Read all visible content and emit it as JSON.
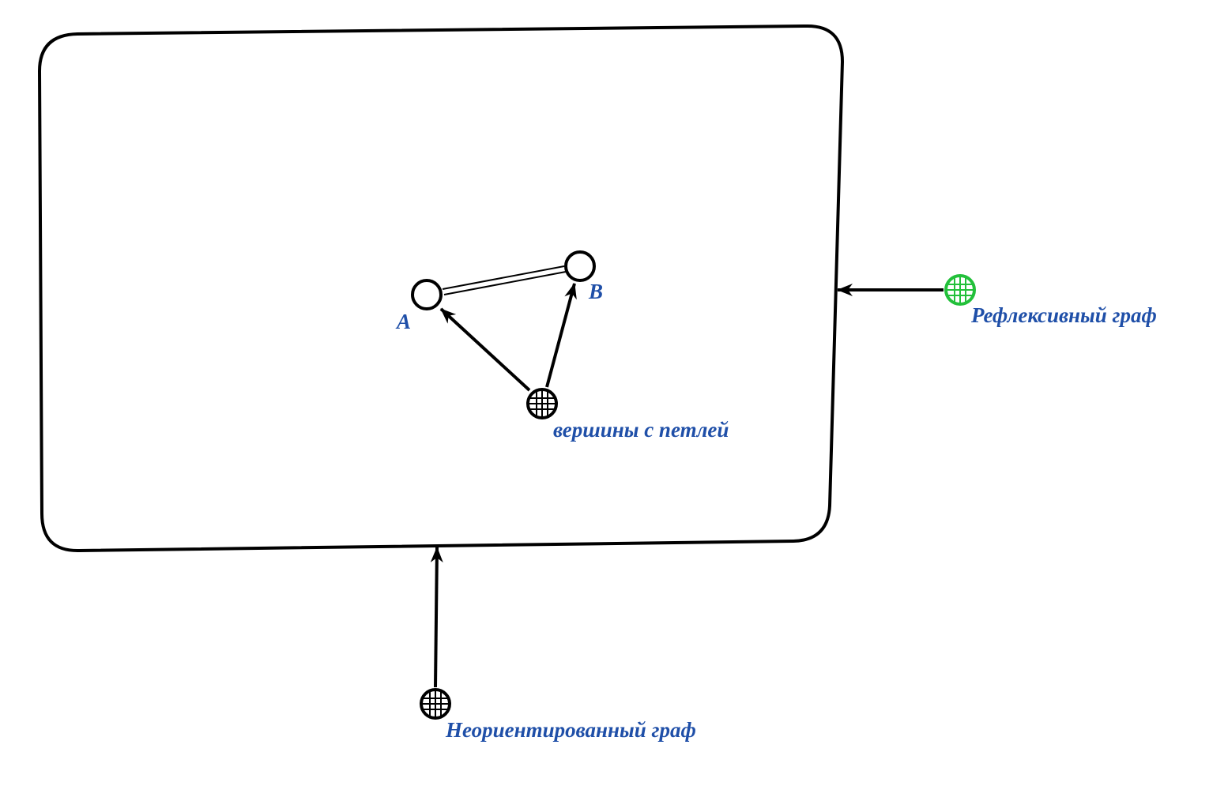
{
  "colors": {
    "label": "#1f4fa8",
    "line": "#000000",
    "reflexive_node": "#22c03a",
    "node_fill": "#ffffff"
  },
  "icons": {
    "grid_node": "circle-with-grid-icon",
    "plain_node": "empty-circle-icon"
  },
  "nodes": {
    "a": {
      "label": "A"
    },
    "b": {
      "label": "B"
    },
    "loop_vertices": {
      "label": "вершины с петлей"
    },
    "undirected_graph": {
      "label": "Неориентированный граф"
    },
    "reflexive_graph": {
      "label": "Рефлексивный граф"
    }
  }
}
